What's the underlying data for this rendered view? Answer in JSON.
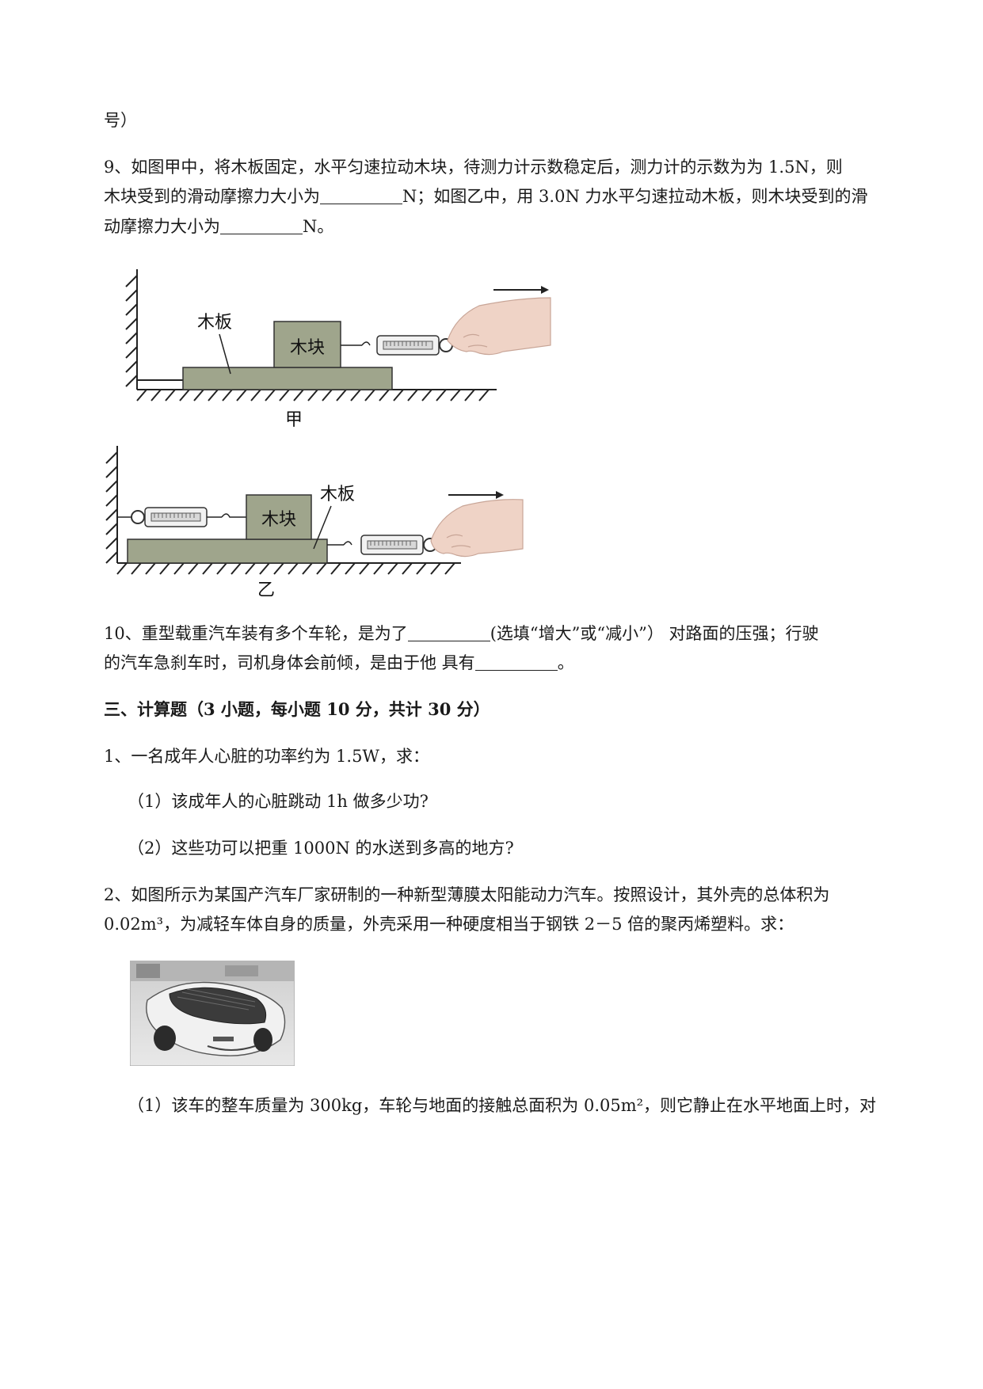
{
  "lines": {
    "l0": "号）",
    "q9_1": "9、如图甲中，将木板固定，水平匀速拉动木块，待测力计示数稳定后，测力计的示数为为 1.5N，则",
    "q9_2a": "木块受到的滑动摩擦力大小为",
    "q9_2b": "N；如图乙中，用 3.0N 力水平匀速拉动木板，则木块受到的滑",
    "q9_3a": "动摩擦力大小为",
    "q9_3b": "N。",
    "q10_1a": "10、重型载重汽车装有多个车轮，是为了",
    "q10_1b": "(选填“增大”或“减小”） 对路面的压强；行驶",
    "q10_2a": "的汽车急刹车时，司机身体会前倾，是由于他  具有",
    "q10_2b": "。",
    "sec3": "三、计算题（3 小题，每小题 10 分，共计 30 分）",
    "c1": "1、一名成年人心脏的功率约为 1.5W，求：",
    "c1_1": "（1）该成年人的心脏跳动 1h 做多少功?",
    "c1_2": "（2）这些功可以把重 1000N 的水送到多高的地方?",
    "c2_1": "2、如图所示为某国产汽车厂家研制的一种新型薄膜太阳能动力汽车。按照设计，其外壳的总体积为",
    "c2_2": "0.02m³，为减轻车体自身的质量，外壳采用一种硬度相当于钢铁 2－5 倍的聚丙烯塑料。求：",
    "c2_3": "（1）该车的整车质量为 300kg，车轮与地面的接触总面积为 0.05m²，则它静止在水平地面上时，对"
  },
  "figure_jia": {
    "board": "木板",
    "block": "木块",
    "caption": "甲"
  },
  "figure_yi": {
    "board": "木板",
    "block": "木块",
    "caption": "乙"
  },
  "colors": {
    "block_fill": "#9fa58c",
    "hand": "#efd3c6"
  }
}
